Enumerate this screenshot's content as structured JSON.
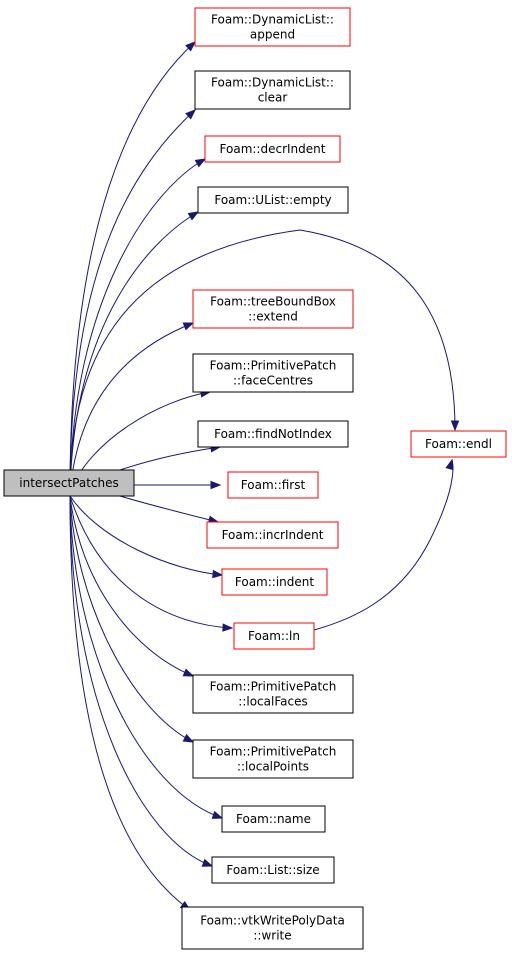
{
  "colors": {
    "edge": "#191970",
    "border_linked": "#ff0000",
    "border_plain": "#000000",
    "root_fill": "#bfbfbf"
  },
  "nodes": {
    "root": {
      "lines": [
        "intersectPatches"
      ],
      "style": "root"
    },
    "append": {
      "lines": [
        "Foam::DynamicList::",
        "append"
      ],
      "style": "red"
    },
    "clear": {
      "lines": [
        "Foam::DynamicList::",
        "clear"
      ],
      "style": "black"
    },
    "decrIndent": {
      "lines": [
        "Foam::decrIndent"
      ],
      "style": "red"
    },
    "empty": {
      "lines": [
        "Foam::UList::empty"
      ],
      "style": "black"
    },
    "extend": {
      "lines": [
        "Foam::treeBoundBox",
        "::extend"
      ],
      "style": "red"
    },
    "faceCentres": {
      "lines": [
        "Foam::PrimitivePatch",
        "::faceCentres"
      ],
      "style": "black"
    },
    "findNotIndex": {
      "lines": [
        "Foam::findNotIndex"
      ],
      "style": "black"
    },
    "first": {
      "lines": [
        "Foam::first"
      ],
      "style": "red"
    },
    "incrIndent": {
      "lines": [
        "Foam::incrIndent"
      ],
      "style": "red"
    },
    "indent": {
      "lines": [
        "Foam::indent"
      ],
      "style": "red"
    },
    "ln": {
      "lines": [
        "Foam::ln"
      ],
      "style": "red"
    },
    "localFaces": {
      "lines": [
        "Foam::PrimitivePatch",
        "::localFaces"
      ],
      "style": "black"
    },
    "localPoints": {
      "lines": [
        "Foam::PrimitivePatch",
        "::localPoints"
      ],
      "style": "black"
    },
    "name": {
      "lines": [
        "Foam::name"
      ],
      "style": "black"
    },
    "size": {
      "lines": [
        "Foam::List::size"
      ],
      "style": "black"
    },
    "write": {
      "lines": [
        "Foam::vtkWritePolyData",
        "::write"
      ],
      "style": "black"
    },
    "endl": {
      "lines": [
        "Foam::endl"
      ],
      "style": "red"
    }
  },
  "edges": [
    [
      "root",
      "append"
    ],
    [
      "root",
      "clear"
    ],
    [
      "root",
      "decrIndent"
    ],
    [
      "root",
      "empty"
    ],
    [
      "root",
      "endl"
    ],
    [
      "root",
      "extend"
    ],
    [
      "root",
      "faceCentres"
    ],
    [
      "root",
      "findNotIndex"
    ],
    [
      "root",
      "first"
    ],
    [
      "root",
      "incrIndent"
    ],
    [
      "root",
      "indent"
    ],
    [
      "root",
      "ln"
    ],
    [
      "root",
      "localFaces"
    ],
    [
      "root",
      "localPoints"
    ],
    [
      "root",
      "name"
    ],
    [
      "root",
      "size"
    ],
    [
      "root",
      "write"
    ],
    [
      "ln",
      "endl"
    ]
  ]
}
